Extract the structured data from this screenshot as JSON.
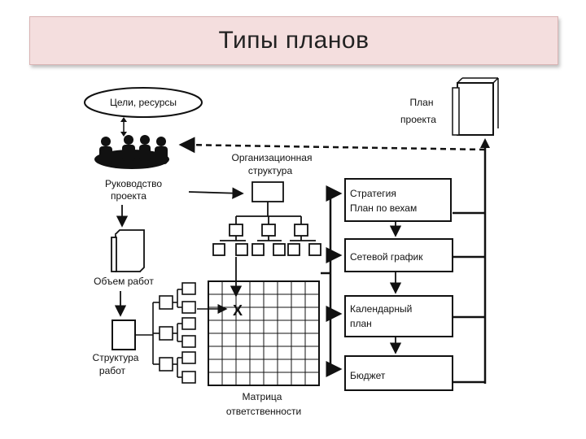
{
  "title": "Типы планов",
  "diagram": {
    "goals": "Цели, ресурсы",
    "management": [
      "Руководство",
      "проекта"
    ],
    "project_plan": [
      "План",
      "проекта"
    ],
    "org_structure": [
      "Организационная",
      "структура"
    ],
    "scope": "Объем работ",
    "wbs": [
      "Структура",
      "работ"
    ],
    "matrix": [
      "Матрица",
      "ответственности"
    ],
    "strategy": [
      "Стратегия",
      "План по вехам"
    ],
    "network": "Сетевой график",
    "calendar": [
      "Календарный",
      "план"
    ],
    "budget": "Бюджет",
    "matrix_mark": "X"
  }
}
